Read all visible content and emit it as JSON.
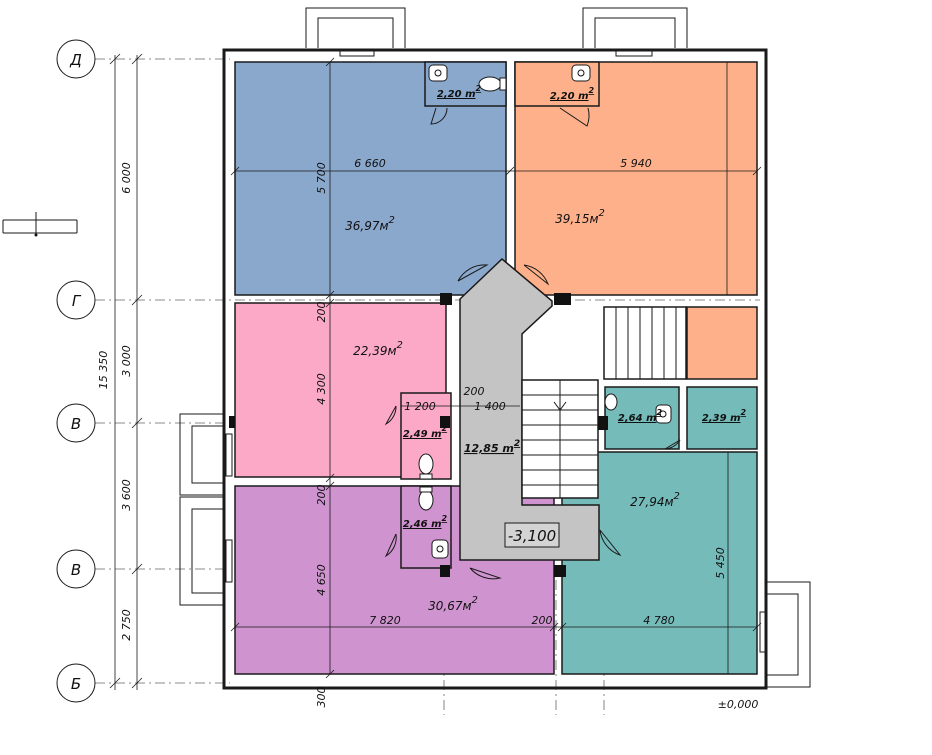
{
  "colors": {
    "blue": "#8aa7cc",
    "orange": "#fdb08a",
    "pink": "#fba9c7",
    "violet": "#cf93cf",
    "teal": "#74bbba",
    "gray": "#c4c4c4"
  },
  "axes": {
    "d": "Д",
    "g": "Г",
    "v1": "В",
    "v2": "В",
    "b": "Б"
  },
  "dims": {
    "total": "15 350",
    "d_g": "6 000",
    "g_v": "3 000",
    "v_v": "3 600",
    "v_b": "2 750",
    "w_blue": "6 660",
    "w_orange": "5 940",
    "h_blue": "5 700",
    "wall_200_a": "200",
    "h_pink": "4 300",
    "wall_200_b": "200",
    "h_violet": "4 650",
    "bottom_300": "300",
    "w_violet": "7 820",
    "wall_200_c": "200",
    "w_teal": "4 780",
    "h_teal": "5 450",
    "wc_1200": "1 200",
    "wc_1400": "1 400",
    "corr_200": "200"
  },
  "rooms": {
    "blue": "36,97м",
    "orange": "39,15м",
    "pink": "22,39м",
    "violet": "30,67м",
    "teal": "27,94м",
    "corridor": "12,85 m",
    "wc1": "2,20 m",
    "wc2": "2,20 m",
    "wc3": "2,49 m",
    "wc4": "2,46 m",
    "wc5": "2,64 m",
    "wc6": "2,39 m"
  },
  "sup": "2",
  "level_stair": "-3,100",
  "level_zero": "±0,000"
}
